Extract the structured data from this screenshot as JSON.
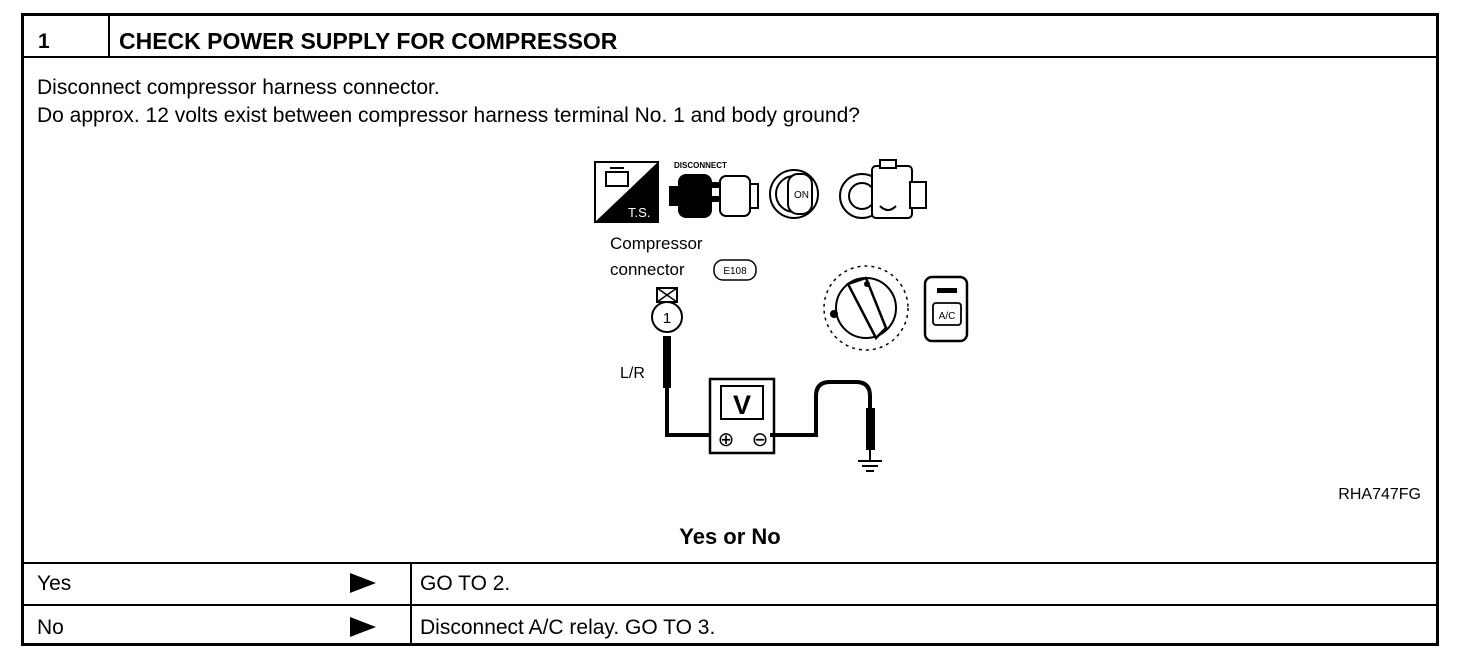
{
  "step": {
    "number": "1",
    "title": "CHECK POWER SUPPLY FOR COMPRESSOR"
  },
  "instructions": [
    "Disconnect compressor harness connector.",
    "Do approx. 12 volts exist between compressor harness terminal No. 1 and body ground?"
  ],
  "diagram": {
    "ts_label": "T.S.",
    "disconnect_label": "DISCONNECT",
    "ignition_label": "ON",
    "connector_label_line1": "Compressor",
    "connector_label_line2": "connector",
    "connector_code": "E108",
    "terminal_number": "1",
    "wire_color": "L/R",
    "meter_symbol": "V",
    "plus_symbol": "⊕",
    "minus_symbol": "⊖",
    "ac_button_label": "A/C",
    "figure_id": "RHA747FG"
  },
  "question": "Yes or No",
  "answers": [
    {
      "label": "Yes",
      "action": "GO TO 2."
    },
    {
      "label": "No",
      "action": "Disconnect A/C relay. GO TO 3."
    }
  ]
}
